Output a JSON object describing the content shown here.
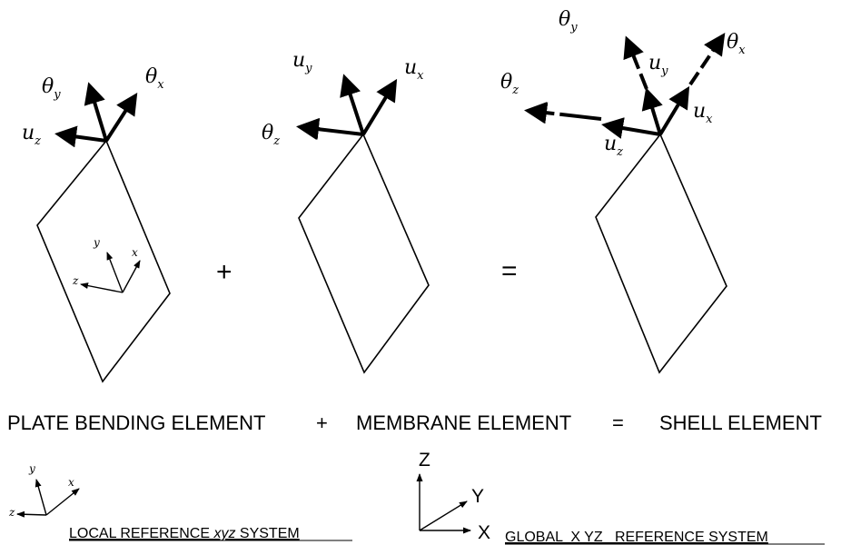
{
  "panel_plate": {
    "theta_y": "θ",
    "theta_y_sub": "y",
    "theta_x": "θ",
    "theta_x_sub": "x",
    "u_z": "u",
    "u_z_sub": "z",
    "local_y": "y",
    "local_x": "x",
    "local_z": "z"
  },
  "panel_membrane": {
    "u_y": "u",
    "u_y_sub": "y",
    "u_x": "u",
    "u_x_sub": "x",
    "theta_z": "θ",
    "theta_z_sub": "z"
  },
  "panel_shell": {
    "theta_y": "θ",
    "theta_y_sub": "y",
    "theta_x": "θ",
    "theta_x_sub": "x",
    "u_y": "u",
    "u_y_sub": "y",
    "u_x": "u",
    "u_x_sub": "x",
    "theta_z": "θ",
    "theta_z_sub": "z",
    "u_z": "u",
    "u_z_sub": "z"
  },
  "operators": {
    "plus": "+",
    "equals": "="
  },
  "caption": {
    "plate": "PLATE BENDING ELEMENT",
    "plus": "+",
    "membrane": "MEMBRANE  ELEMENT",
    "equals": "=",
    "shell": "SHELL ELEMENT"
  },
  "local_ref": {
    "y": "y",
    "x": "x",
    "z": "z",
    "label_prefix": "LOCAL REFERENCE ",
    "label_italic": "xyz",
    "label_suffix": " SYSTEM"
  },
  "global_ref": {
    "Z": "Z",
    "Y": "Y",
    "X": "X",
    "label": "GLOBAL  X YZ   REFERENCE SYSTEM"
  }
}
